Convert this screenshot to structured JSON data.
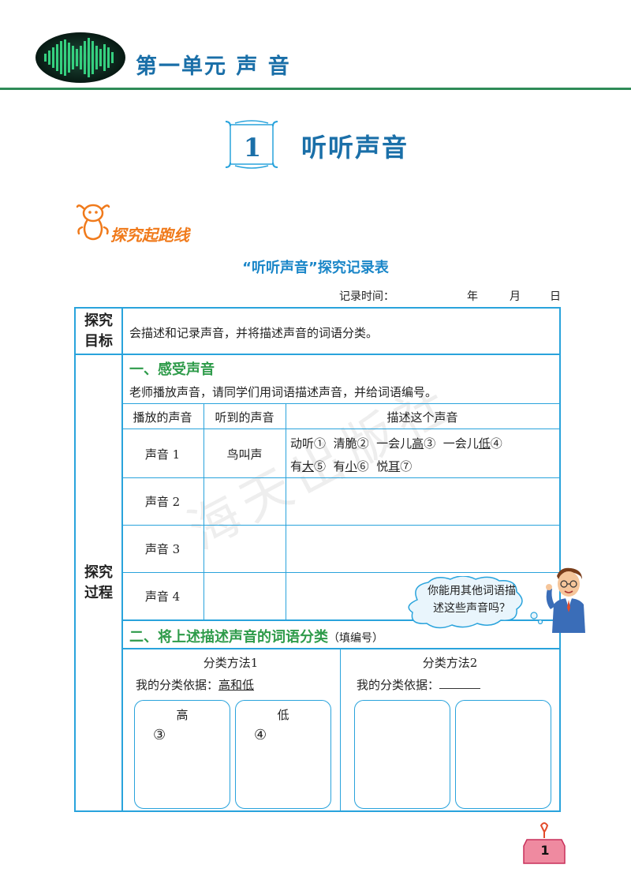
{
  "header": {
    "unit_title": "第一单元 声 音"
  },
  "lesson": {
    "number": "1",
    "title": "听听声音"
  },
  "section_label": "探究起跑线",
  "record_table": {
    "title": "“听听声音”探究记录表",
    "record_time_label": "记录时间：",
    "year": "年",
    "month": "月",
    "day": "日",
    "goal_label": [
      "探究",
      "目标"
    ],
    "goal_text": "会描述和记录声音，并将描述声音的词语分类。",
    "process_label": [
      "探究",
      "过程"
    ],
    "part1": {
      "heading": "一、感受声音",
      "instruction": "老师播放声音，请同学们用词语描述声音，并给词语编号。",
      "columns": [
        "播放的声音",
        "听到的声音",
        "描述这个声音"
      ],
      "rows": [
        {
          "sound": "声音 1",
          "heard": "鸟叫声",
          "desc_line1": [
            {
              "text": "动听",
              "num": "①"
            },
            {
              "text": "清脆",
              "num": "②"
            },
            {
              "text": "一会儿",
              "u": "高",
              "num": "③"
            },
            {
              "text": "一会儿",
              "u": "低",
              "num": "④"
            }
          ],
          "desc_line2": [
            {
              "text": "有",
              "u": "大",
              "num": "⑤"
            },
            {
              "text": "有",
              "u": "小",
              "num": "⑥"
            },
            {
              "text": "悦",
              "u": "耳",
              "num": "⑦"
            }
          ]
        },
        {
          "sound": "声音 2",
          "heard": ""
        },
        {
          "sound": "声音 3",
          "heard": ""
        },
        {
          "sound": "声音 4",
          "heard": ""
        }
      ]
    },
    "part2": {
      "heading": "二、将上述描述声音的词语分类",
      "heading_note": "（填编号）",
      "method1": {
        "title": "分类方法1",
        "basis_label": "我的分类依据：",
        "basis_value": "高和低",
        "boxes": [
          {
            "label": "高",
            "item": "③"
          },
          {
            "label": "低",
            "item": "④"
          }
        ]
      },
      "method2": {
        "title": "分类方法2",
        "basis_label": "我的分类依据：",
        "basis_value": ""
      }
    }
  },
  "bubble": {
    "line1": "你能用其他词语描",
    "line2": "述这些声音吗？"
  },
  "watermark": "海天出版社",
  "page_number": "1",
  "colors": {
    "accent_blue": "#29a3dc",
    "title_blue": "#1a6fa8",
    "green": "#2e9b4a",
    "orange": "#f07a1b"
  }
}
